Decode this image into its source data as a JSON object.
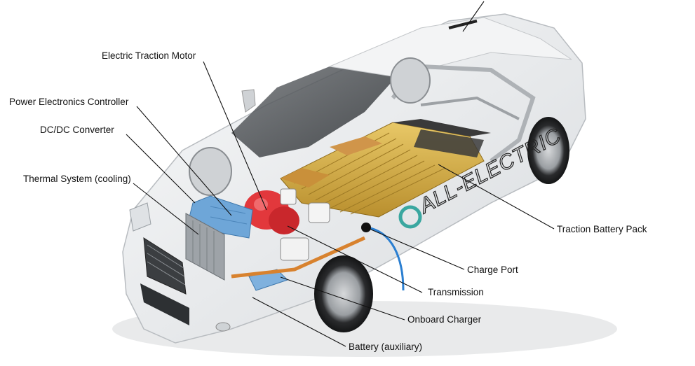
{
  "labels": {
    "motor": "Electric Traction Motor",
    "pec": "Power Electronics Controller",
    "dcdc": "DC/DC Converter",
    "thermal": "Thermal System (cooling)",
    "battery_pack": "Traction Battery Pack",
    "charge_port": "Charge Port",
    "transmission": "Transmission",
    "onboard_charger": "Onboard Charger",
    "aux_battery": "Battery (auxiliary)"
  },
  "car_text": "ALL-ELECTRIC",
  "colors": {
    "background": "#ffffff",
    "body_shell": "#eceef0",
    "battery_cells": "#d8b14e",
    "battery_dark": "#3a3a3a",
    "motor": "#e2383c",
    "dcdc": "#6ea6d8",
    "leader_lines": "#111111"
  }
}
